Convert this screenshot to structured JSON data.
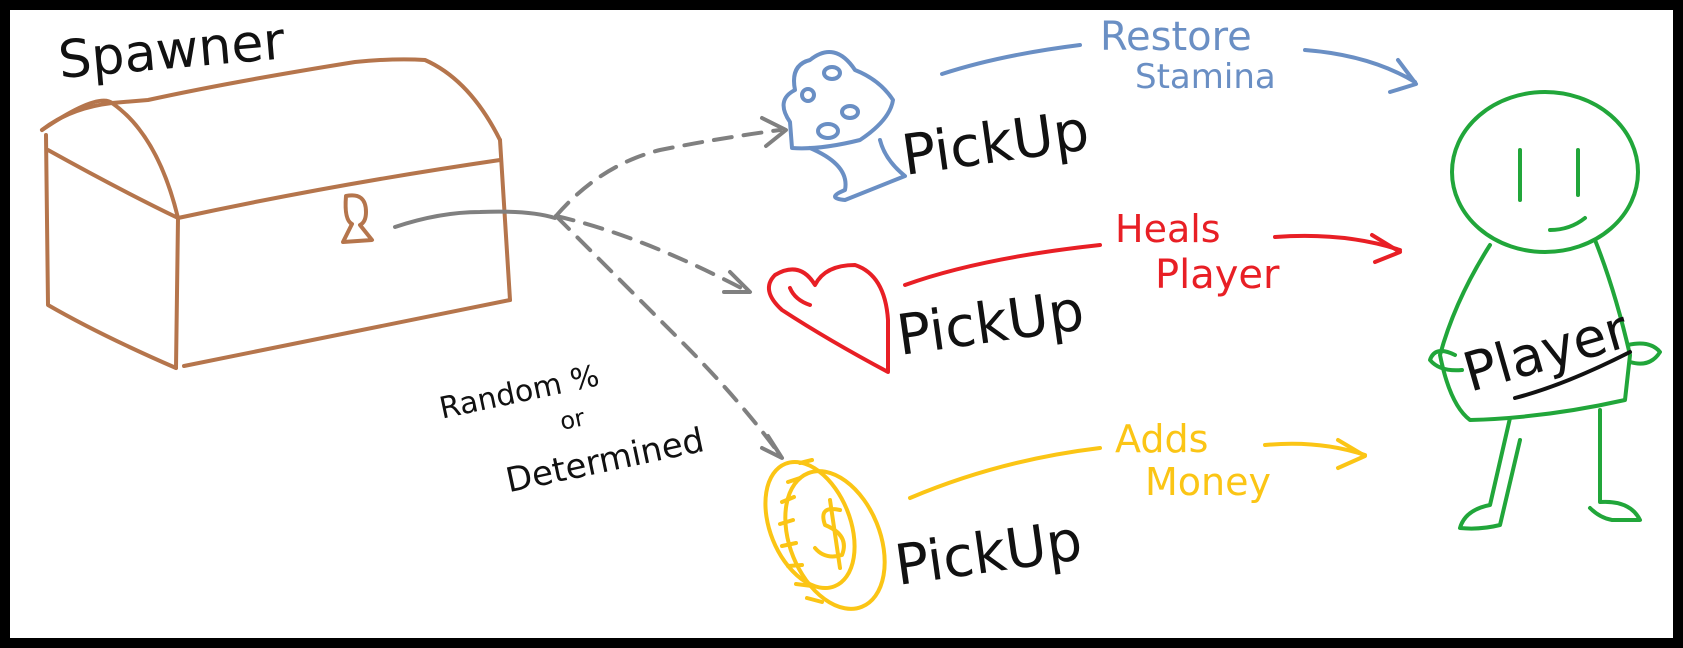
{
  "spawner": {
    "label": "Spawner",
    "color": "#b5754c"
  },
  "branch_note": {
    "line1": "Random %",
    "line2": "or",
    "line3": "Determined",
    "color": "#111111"
  },
  "connector_color": "#808080",
  "pickups": [
    {
      "icon": "mushroom-icon",
      "label": "PickUp",
      "effect_line1": "Restore",
      "effect_line2": "Stamina",
      "color": "#6a8fc4"
    },
    {
      "icon": "heart-icon",
      "label": "PickUp",
      "effect_line1": "Heals",
      "effect_line2": "Player",
      "color": "#e81f25"
    },
    {
      "icon": "coin-icon",
      "label": "PickUp",
      "effect_line1": "Adds",
      "effect_line2": "Money",
      "color": "#fbc515"
    }
  ],
  "player": {
    "label": "Player",
    "icon": "stick-figure-icon",
    "color": "#21a63a"
  }
}
